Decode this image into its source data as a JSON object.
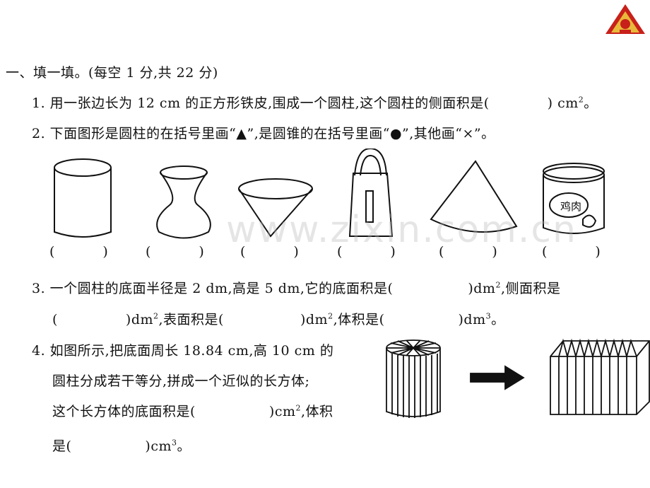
{
  "logo": {
    "icon": "logo-triangle-icon"
  },
  "section_title": "一、填一填。(每空 1 分,共 22 分)",
  "q1": {
    "text_a": "1. 用一张边长为 12 cm 的正方形铁皮,围成一个圆柱,这个圆柱的侧面积是(",
    "text_b": ") cm",
    "sup": "2",
    "end": "。"
  },
  "q2": {
    "text": "2. 下面图形是圆柱的在括号里画“▲”,是圆锥的在括号里画“●”,其他画“×”。"
  },
  "shapes": [
    {
      "name": "cylinder"
    },
    {
      "name": "hourglass-vase"
    },
    {
      "name": "cone"
    },
    {
      "name": "bag"
    },
    {
      "name": "fan-sector"
    },
    {
      "name": "can",
      "label": "鸡肉"
    }
  ],
  "parens": {
    "open": "(",
    "close": ")"
  },
  "q3": {
    "a": "3. 一个圆柱的底面半径是 2 dm,高是 5 dm,它的底面积是(",
    "a_unit": ")dm",
    "a_sup": "2",
    "a_tail": ",侧面积是",
    "b_open": "(",
    "b_unit1": ")dm",
    "b_sup1": "2",
    "b_mid1": ",表面积是(",
    "b_unit2": ")dm",
    "b_sup2": "2",
    "b_mid2": ",体积是(",
    "b_unit3": ")dm",
    "b_sup3": "3",
    "b_end": "。"
  },
  "q4": {
    "a": "4. 如图所示,把底面周长 18.84 cm,高 10 cm 的",
    "b": "圆柱分成若干等分,拼成一个近似的长方体;",
    "c": "这个长方体的底面积是(",
    "c_unit": ")cm",
    "c_sup": "2",
    "c_tail": ",体积",
    "d": "是(",
    "d_unit": ")cm",
    "d_sup": "3",
    "d_end": "。"
  },
  "watermark": "www.zixin.com.cn"
}
